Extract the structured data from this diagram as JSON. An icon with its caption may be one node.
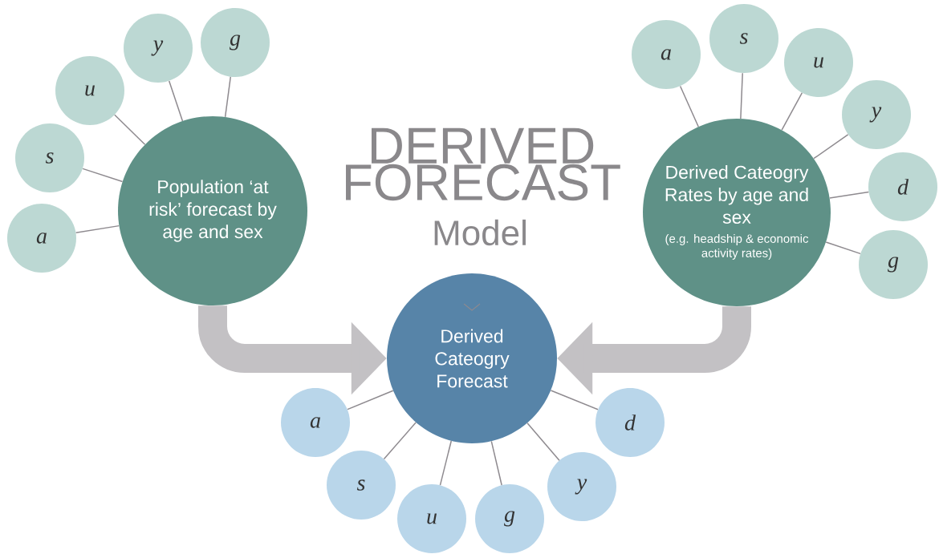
{
  "diagram": {
    "title": "DERIVED FORECAST",
    "nodes": [
      {
        "text": [
          "Population ‘at risk’ forecast by age and sex"
        ]
      },
      {
        "text": [
          "Derived Cateogry Rates by age and sex",
          "(e.g. headship & economic activity rates)"
        ]
      },
      {
        "text": [
          "Derived Cateogry Forecast"
        ]
      },
      {
        "text": [
          "a"
        ]
      },
      {
        "text": [
          "s"
        ]
      },
      {
        "text": [
          "u"
        ]
      },
      {
        "text": [
          "y"
        ]
      },
      {
        "text": [
          "g"
        ]
      },
      {
        "text": [
          "a"
        ]
      },
      {
        "text": [
          "s"
        ]
      },
      {
        "text": [
          "u"
        ]
      },
      {
        "text": [
          "y"
        ]
      },
      {
        "text": [
          "d"
        ]
      },
      {
        "text": [
          "g"
        ]
      },
      {
        "text": [
          "a"
        ]
      },
      {
        "text": [
          "s"
        ]
      },
      {
        "text": [
          "u"
        ]
      },
      {
        "text": [
          "g"
        ]
      },
      {
        "text": [
          "y"
        ]
      },
      {
        "text": [
          "d"
        ]
      }
    ],
    "edges": [
      {
        "from": 0,
        "to": 2,
        "arrow": "to",
        "style": "thick",
        "color": "#c3c1c4"
      },
      {
        "from": 1,
        "to": 2,
        "arrow": "to",
        "style": "thick",
        "color": "#c3c1c4"
      },
      {
        "from": 0,
        "to": 3,
        "arrow": "none"
      },
      {
        "from": 0,
        "to": 4,
        "arrow": "none"
      },
      {
        "from": 0,
        "to": 5,
        "arrow": "none"
      },
      {
        "from": 0,
        "to": 6,
        "arrow": "none"
      },
      {
        "from": 0,
        "to": 7,
        "arrow": "none"
      },
      {
        "from": 1,
        "to": 8,
        "arrow": "none"
      },
      {
        "from": 1,
        "to": 9,
        "arrow": "none"
      },
      {
        "from": 1,
        "to": 10,
        "arrow": "none"
      },
      {
        "from": 1,
        "to": 11,
        "arrow": "none"
      },
      {
        "from": 1,
        "to": 12,
        "arrow": "none"
      },
      {
        "from": 1,
        "to": 13,
        "arrow": "none"
      },
      {
        "from": 2,
        "to": 14,
        "arrow": "none"
      },
      {
        "from": 2,
        "to": 15,
        "arrow": "none"
      },
      {
        "from": 2,
        "to": 16,
        "arrow": "none"
      },
      {
        "from": 2,
        "to": 17,
        "arrow": "none"
      },
      {
        "from": 2,
        "to": 18,
        "arrow": "none"
      },
      {
        "from": 2,
        "to": 19,
        "arrow": "none"
      }
    ],
    "labels": [
      "Model"
    ]
  }
}
